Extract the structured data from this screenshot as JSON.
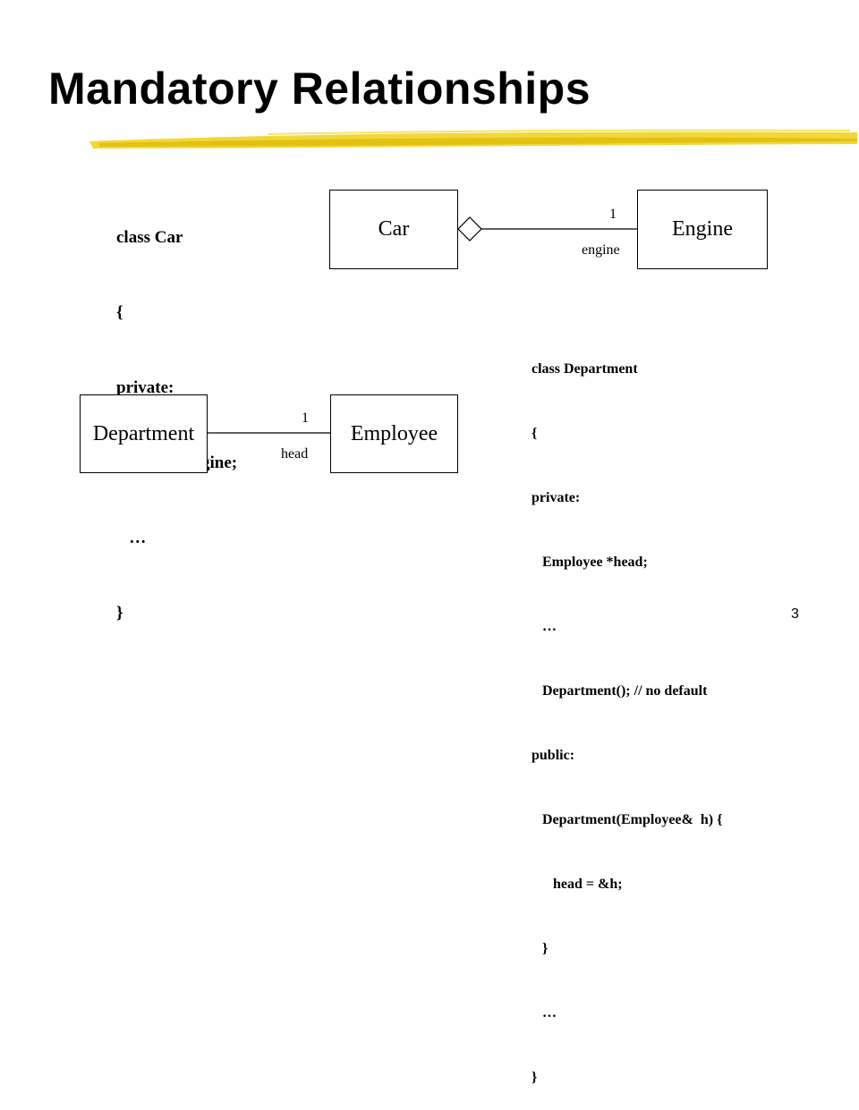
{
  "slide": {
    "title": "Mandatory Relationships",
    "page_number": "3",
    "accent_color": "#f0d020"
  },
  "car_code": [
    "class Car",
    "{",
    "private:",
    "   Engine engine;",
    "   …",
    "}"
  ],
  "department_code": [
    "class Department",
    "{",
    "private:",
    "   Employee *head;",
    "   …",
    "   Department(); // no default",
    "public:",
    "   Department(Employee&  h) {",
    "      head = &h;",
    "   }",
    "   …",
    "}"
  ],
  "diagram_top": {
    "left_class": "Car",
    "right_class": "Engine",
    "multiplicity": "1",
    "role": "engine",
    "relationship": "aggregation"
  },
  "diagram_bottom": {
    "left_class": "Department",
    "right_class": "Employee",
    "multiplicity": "1",
    "role": "head",
    "relationship": "association"
  }
}
